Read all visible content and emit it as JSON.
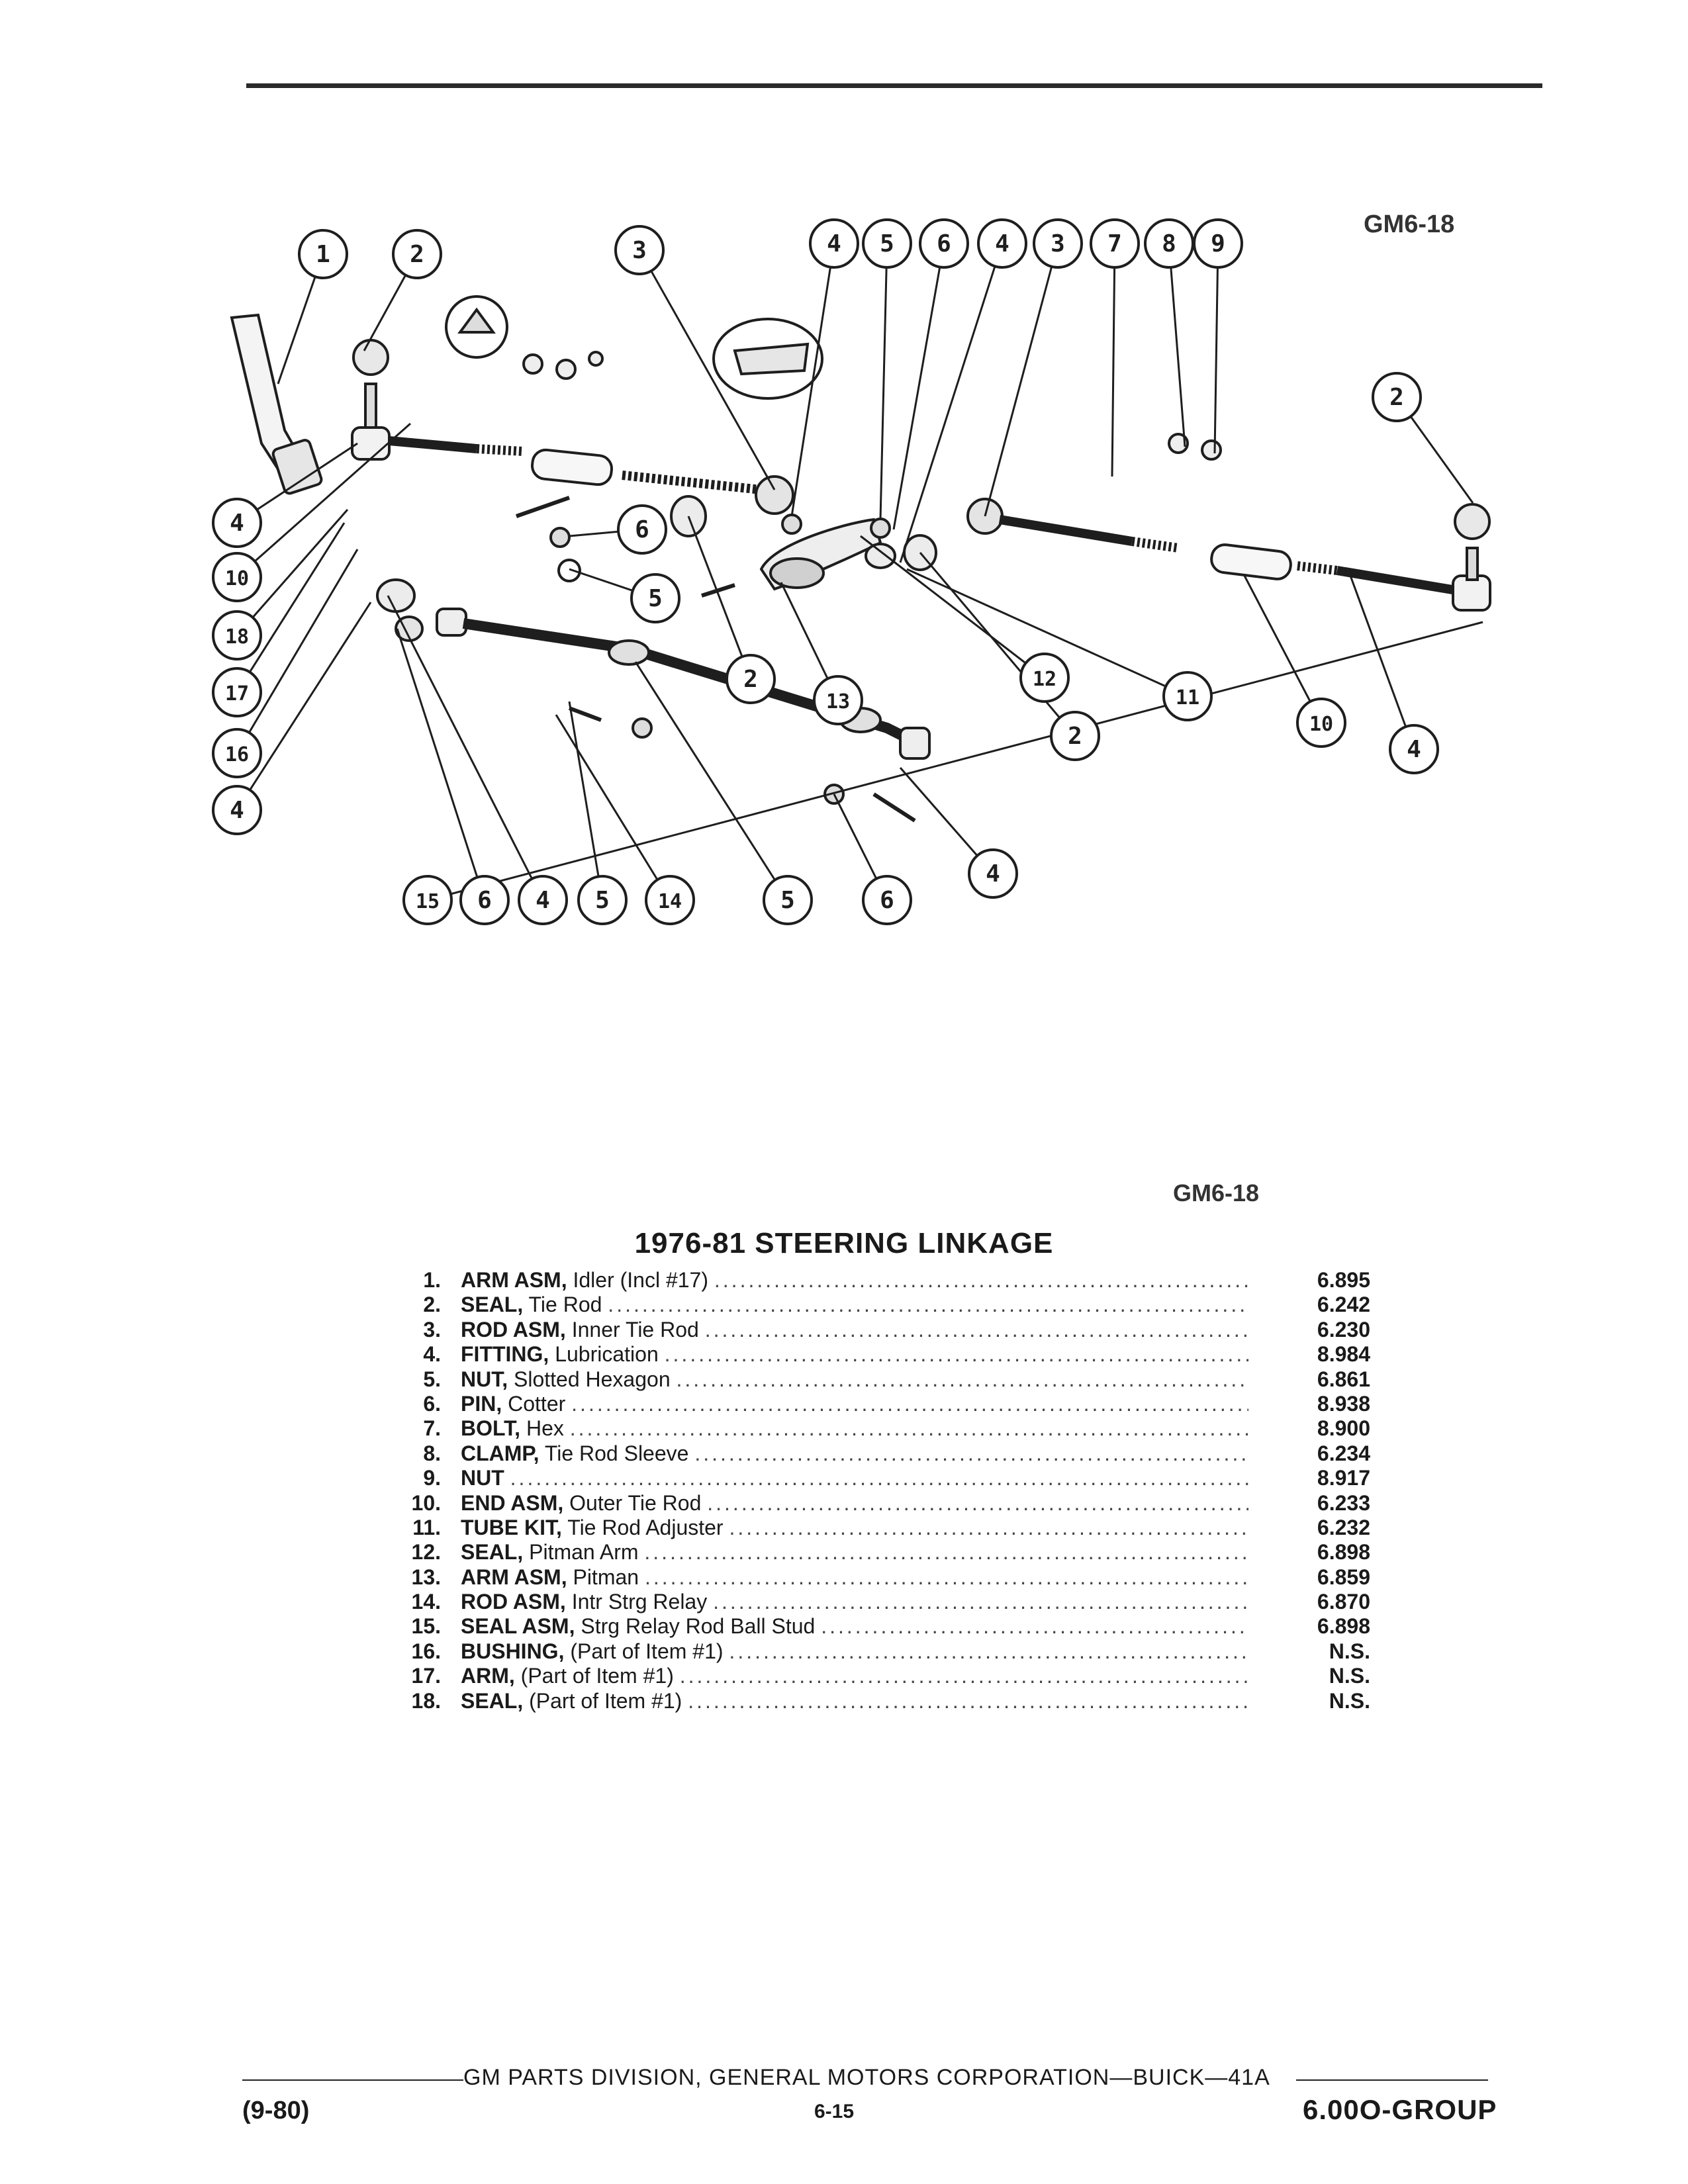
{
  "figure_code": "GM6-18",
  "title": "1976-81 STEERING LINKAGE",
  "parts": [
    {
      "num": "1.",
      "name": "ARM ASM,",
      "desc": "Idler (Incl #17)",
      "value": "6.895"
    },
    {
      "num": "2.",
      "name": "SEAL,",
      "desc": "Tie Rod",
      "value": "6.242"
    },
    {
      "num": "3.",
      "name": "ROD ASM,",
      "desc": "Inner Tie Rod",
      "value": "6.230"
    },
    {
      "num": "4.",
      "name": "FITTING,",
      "desc": "Lubrication",
      "value": "8.984"
    },
    {
      "num": "5.",
      "name": "NUT,",
      "desc": "Slotted Hexagon",
      "value": "6.861"
    },
    {
      "num": "6.",
      "name": "PIN,",
      "desc": "Cotter",
      "value": "8.938"
    },
    {
      "num": "7.",
      "name": "BOLT,",
      "desc": "Hex",
      "value": "8.900"
    },
    {
      "num": "8.",
      "name": "CLAMP,",
      "desc": "Tie Rod Sleeve",
      "value": "6.234"
    },
    {
      "num": "9.",
      "name": "NUT",
      "desc": "",
      "value": "8.917"
    },
    {
      "num": "10.",
      "name": "END ASM,",
      "desc": "Outer Tie Rod",
      "value": "6.233"
    },
    {
      "num": "11.",
      "name": "TUBE KIT,",
      "desc": "Tie Rod Adjuster",
      "value": "6.232"
    },
    {
      "num": "12.",
      "name": "SEAL,",
      "desc": "Pitman Arm",
      "value": "6.898"
    },
    {
      "num": "13.",
      "name": "ARM ASM,",
      "desc": "Pitman",
      "value": "6.859"
    },
    {
      "num": "14.",
      "name": "ROD ASM,",
      "desc": "Intr Strg Relay",
      "value": "6.870"
    },
    {
      "num": "15.",
      "name": "SEAL ASM,",
      "desc": "Strg Relay Rod Ball Stud",
      "value": "6.898"
    },
    {
      "num": "16.",
      "name": "BUSHING,",
      "desc": "(Part of Item #1)",
      "value": "N.S."
    },
    {
      "num": "17.",
      "name": "ARM,",
      "desc": "(Part of Item #1)",
      "value": "N.S."
    },
    {
      "num": "18.",
      "name": "SEAL,",
      "desc": "(Part of Item #1)",
      "value": "N.S."
    }
  ],
  "callouts": [
    "1",
    "2",
    "3",
    "4",
    "5",
    "6",
    "4",
    "3",
    "7",
    "8",
    "9",
    "2",
    "4",
    "10",
    "18",
    "17",
    "16",
    "4",
    "6",
    "5",
    "2",
    "13",
    "12",
    "2",
    "11",
    "10",
    "4",
    "15",
    "6",
    "4",
    "5",
    "14",
    "5",
    "6",
    "4"
  ],
  "footer": {
    "center": "GM PARTS DIVISION, GENERAL MOTORS CORPORATION—BUICK—41A",
    "left": "(9-80)",
    "page": "6-15",
    "right": "6.00O-GROUP"
  }
}
